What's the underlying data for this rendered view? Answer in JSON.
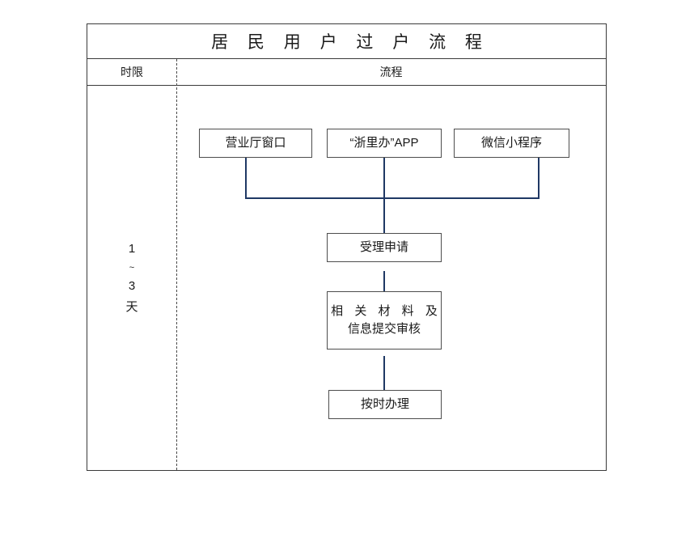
{
  "document": {
    "title": "居 民 用 户 过 户 流 程"
  },
  "table": {
    "headers": {
      "time": "时限",
      "flow": "流程"
    },
    "time_value": {
      "from": "1",
      "separator": "~",
      "to": "3",
      "unit": "天"
    }
  },
  "flowchart": {
    "channels": [
      {
        "label": "营业厅窗口"
      },
      {
        "label": "“浙里办”APP"
      },
      {
        "label": "微信小程序"
      }
    ],
    "steps": [
      {
        "lines": [
          "受理申请"
        ]
      },
      {
        "lines": [
          "相 关 材 料 及",
          "信息提交审核"
        ]
      },
      {
        "lines": [
          "按时办理"
        ]
      }
    ]
  },
  "colors": {
    "connector": "#1F3864",
    "box_border": "#4D4D4D",
    "table_border": "#3A3A3A",
    "text": "#1A1A1A",
    "background": "#FFFFFF"
  }
}
